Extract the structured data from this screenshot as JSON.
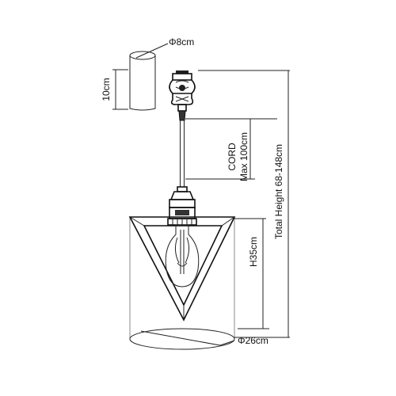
{
  "labels": {
    "canopy_diameter": "Φ8cm",
    "canopy_height": "10cm",
    "cord_line1": "CORD",
    "cord_line2": "Max 100cm",
    "shade_height": "H35cm",
    "total_height": "Total Height 68-148cm",
    "shade_diameter": "Φ26cm"
  }
}
